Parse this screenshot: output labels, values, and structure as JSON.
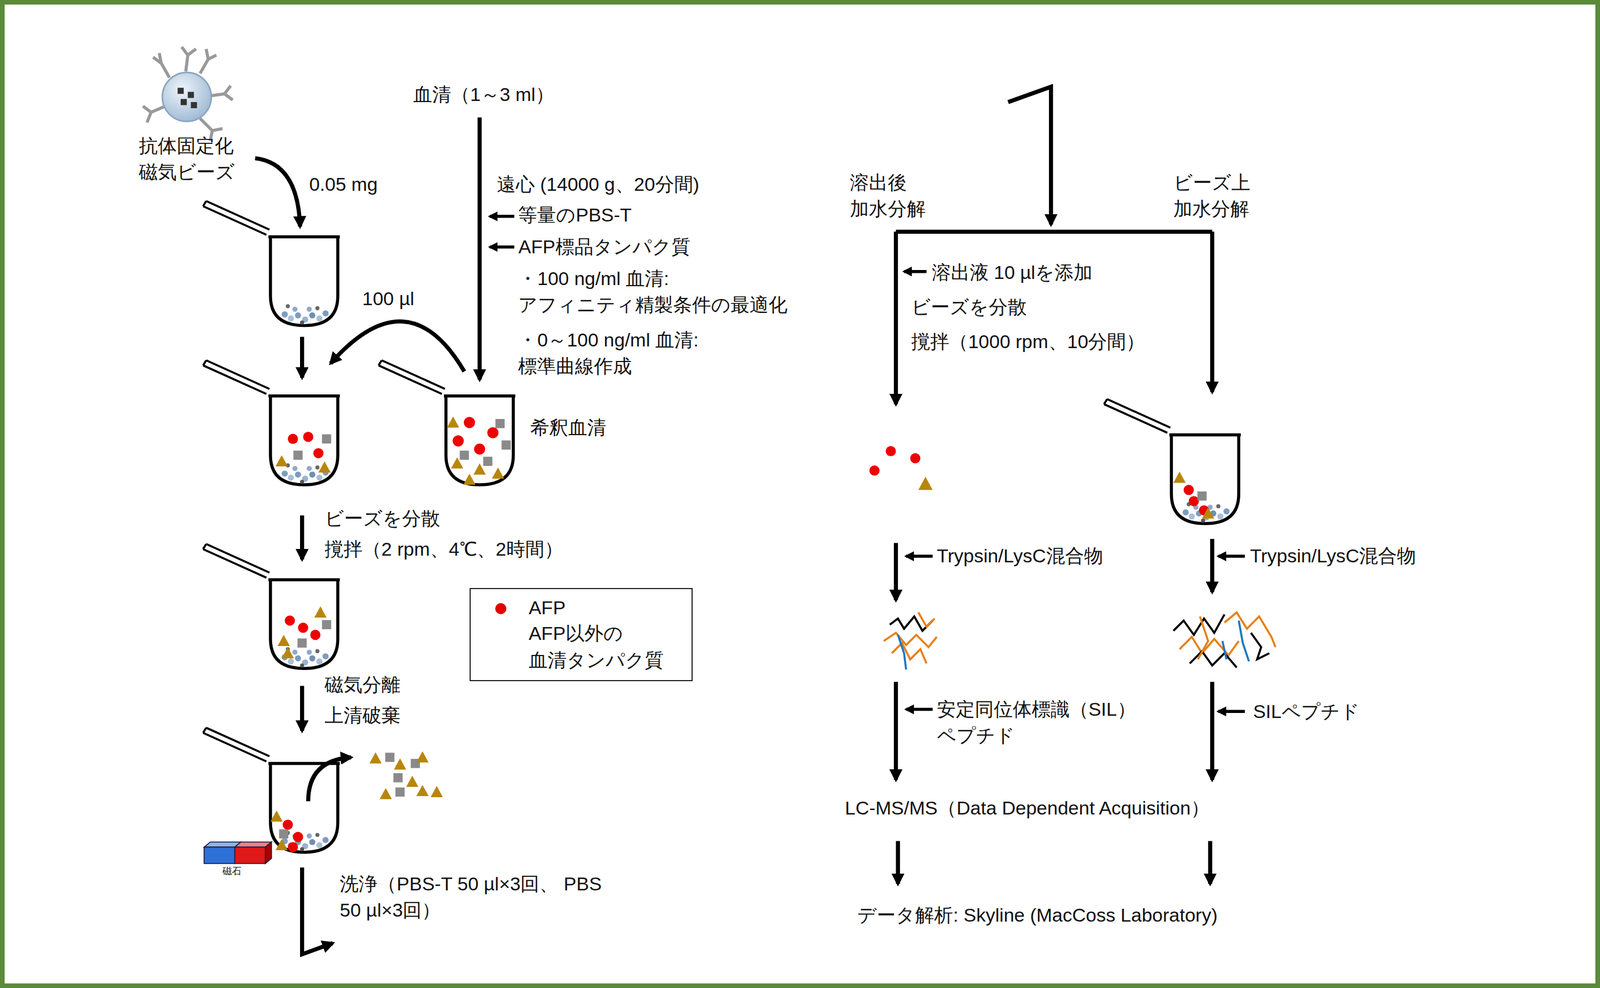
{
  "diagram": {
    "labels": [
      "抗体固定化 磁気ビーズ",
      "0.05 mg",
      "血清（1～3 ml）",
      "遠心 (14000 g、20分間)",
      "等量のPBS-T",
      "AFP標品タンパク質",
      "・100 ng/ml 血清: アフィニティ精製条件の最適化",
      "・0～100 ng/ml 血清: 標準曲線作成",
      "100 µl",
      "希釈血清",
      "ビーズを分散",
      "撹拌（2 rpm、4℃、2時間）",
      "磁気分離",
      "上清破棄",
      "磁石",
      "洗浄（PBS-T 50 µl×3回、 PBS 50 µl×3回）",
      "溶出後 加水分解",
      "ビーズ上 加水分解",
      "溶出液 10 µlを添加",
      "ビーズを分散",
      "撹拌（1000 rpm、10分間）",
      "Trypsin/LysC混合物",
      "Trypsin/LysC混合物",
      "安定同位体標識（SIL） ペプチド",
      "SILペプチド",
      "LC-MS/MS（Data Dependent Acquisition）",
      "データ解析: Skyline (MacCoss Laboratory)"
    ],
    "legend": [
      {
        "text": "AFP",
        "color": "#e00000"
      },
      {
        "text": "AFP以外の 血清タンパク質"
      }
    ]
  }
}
